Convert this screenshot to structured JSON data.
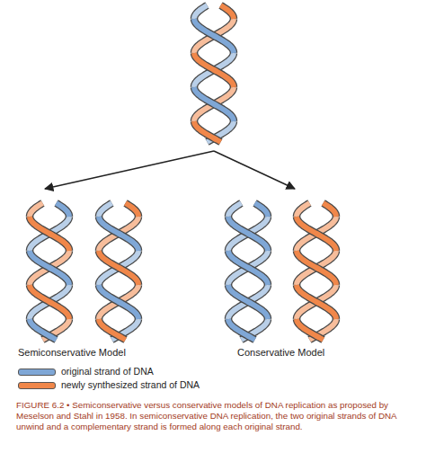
{
  "diagram": {
    "caption": "FIGURE 6.2 • Semiconservative versus conservative models of DNA replication as proposed by Meselson and Stahl in 1958. In semiconservative DNA replication, the two original strands of DNA unwind and a complementary strand is formed along each original strand.",
    "labels": [
      "Semiconservative Model",
      "Conservative Model"
    ],
    "legend": [
      {
        "text": "original strand of DNA",
        "color": "#7fa7d6"
      },
      {
        "text": "newly synthesized strand of DNA",
        "color": "#f0874a"
      }
    ]
  }
}
